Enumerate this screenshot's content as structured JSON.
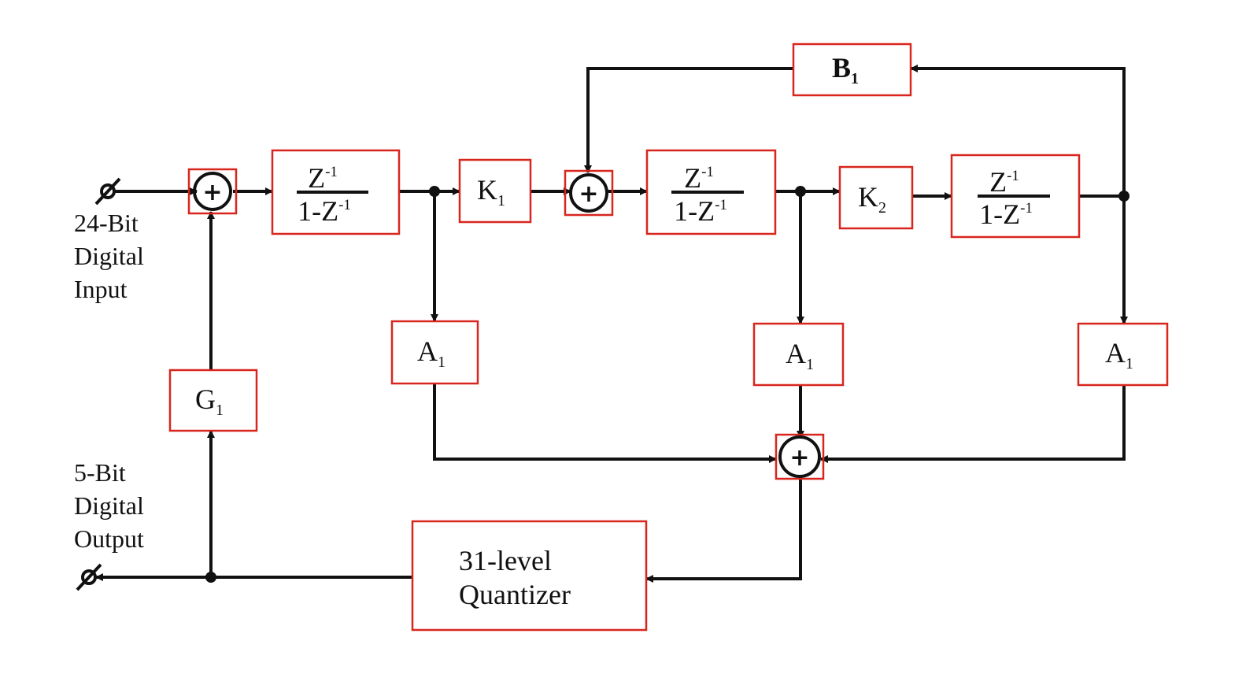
{
  "labels": {
    "input": [
      "24-Bit",
      "Digital",
      "Input"
    ],
    "output": [
      "5-Bit",
      "Digital",
      "Output"
    ]
  },
  "blocks": {
    "b1": {
      "main": "B",
      "sub": "1"
    },
    "k1": {
      "main": "K",
      "sub": "1"
    },
    "k2": {
      "main": "K",
      "sub": "2"
    },
    "g1": {
      "main": "G",
      "sub": "1"
    },
    "a1_left": {
      "main": "A",
      "sub": "1"
    },
    "a1_mid": {
      "main": "A",
      "sub": "1"
    },
    "a1_right": {
      "main": "A",
      "sub": "1"
    },
    "integrator": {
      "num": "Z",
      "num_sup": "-1",
      "den": "1-Z",
      "den_sup": "-1"
    },
    "quantizer": [
      "31-level",
      "Quantizer"
    ]
  },
  "summer_symbol": "+",
  "colors": {
    "box_border": "#d8261e",
    "line": "#111111"
  }
}
